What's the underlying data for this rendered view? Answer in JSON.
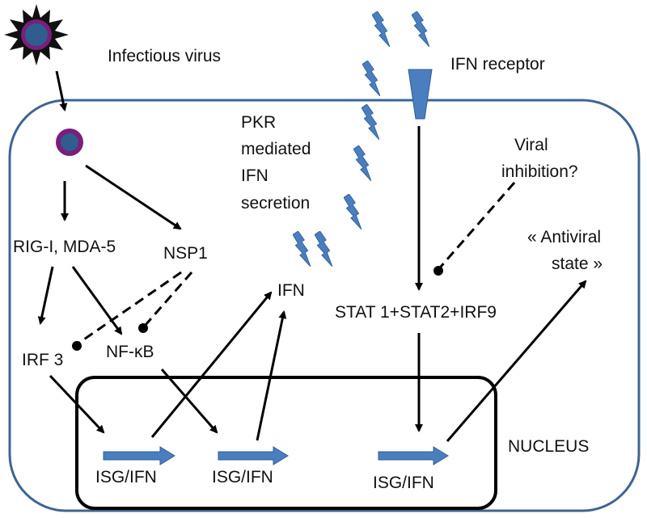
{
  "labels": {
    "infectious_virus": "Infectious virus",
    "ifn_receptor": "IFN receptor",
    "pkr_line1": "PKR",
    "pkr_line2": "mediated",
    "pkr_line3": "IFN",
    "pkr_line4": "secretion",
    "viral_inhibition_line1": "Viral",
    "viral_inhibition_line2": "inhibition?",
    "antiviral_line1": "« Antiviral",
    "antiviral_line2": "state »",
    "rig_mda": "RIG-I, MDA-5",
    "nsp1": "NSP1",
    "ifn": "IFN",
    "stat": "STAT 1+STAT2+IRF9",
    "irf3": "IRF 3",
    "nfkb": "NF-κB",
    "nucleus": "NUCLEUS",
    "isg_1": "ISG/IFN",
    "isg_2": "ISG/IFN",
    "isg_3": "ISG/IFN"
  },
  "colors": {
    "cell_border": "#3d6594",
    "virus_fill": "#2f5d8f",
    "virus_ring": "#7a1f7a",
    "spike": "#111111",
    "ifn_bolt": "#4a7ebf",
    "gene_arrow": "#4a7ebf",
    "line": "#000000"
  },
  "icons": {
    "virus": "spiked-virus-icon",
    "internalized_virus": "virus-particle-icon",
    "ifn_molecule": "lightning-bolt-icon",
    "receptor": "receptor-icon",
    "gene": "gene-arrow-icon"
  }
}
